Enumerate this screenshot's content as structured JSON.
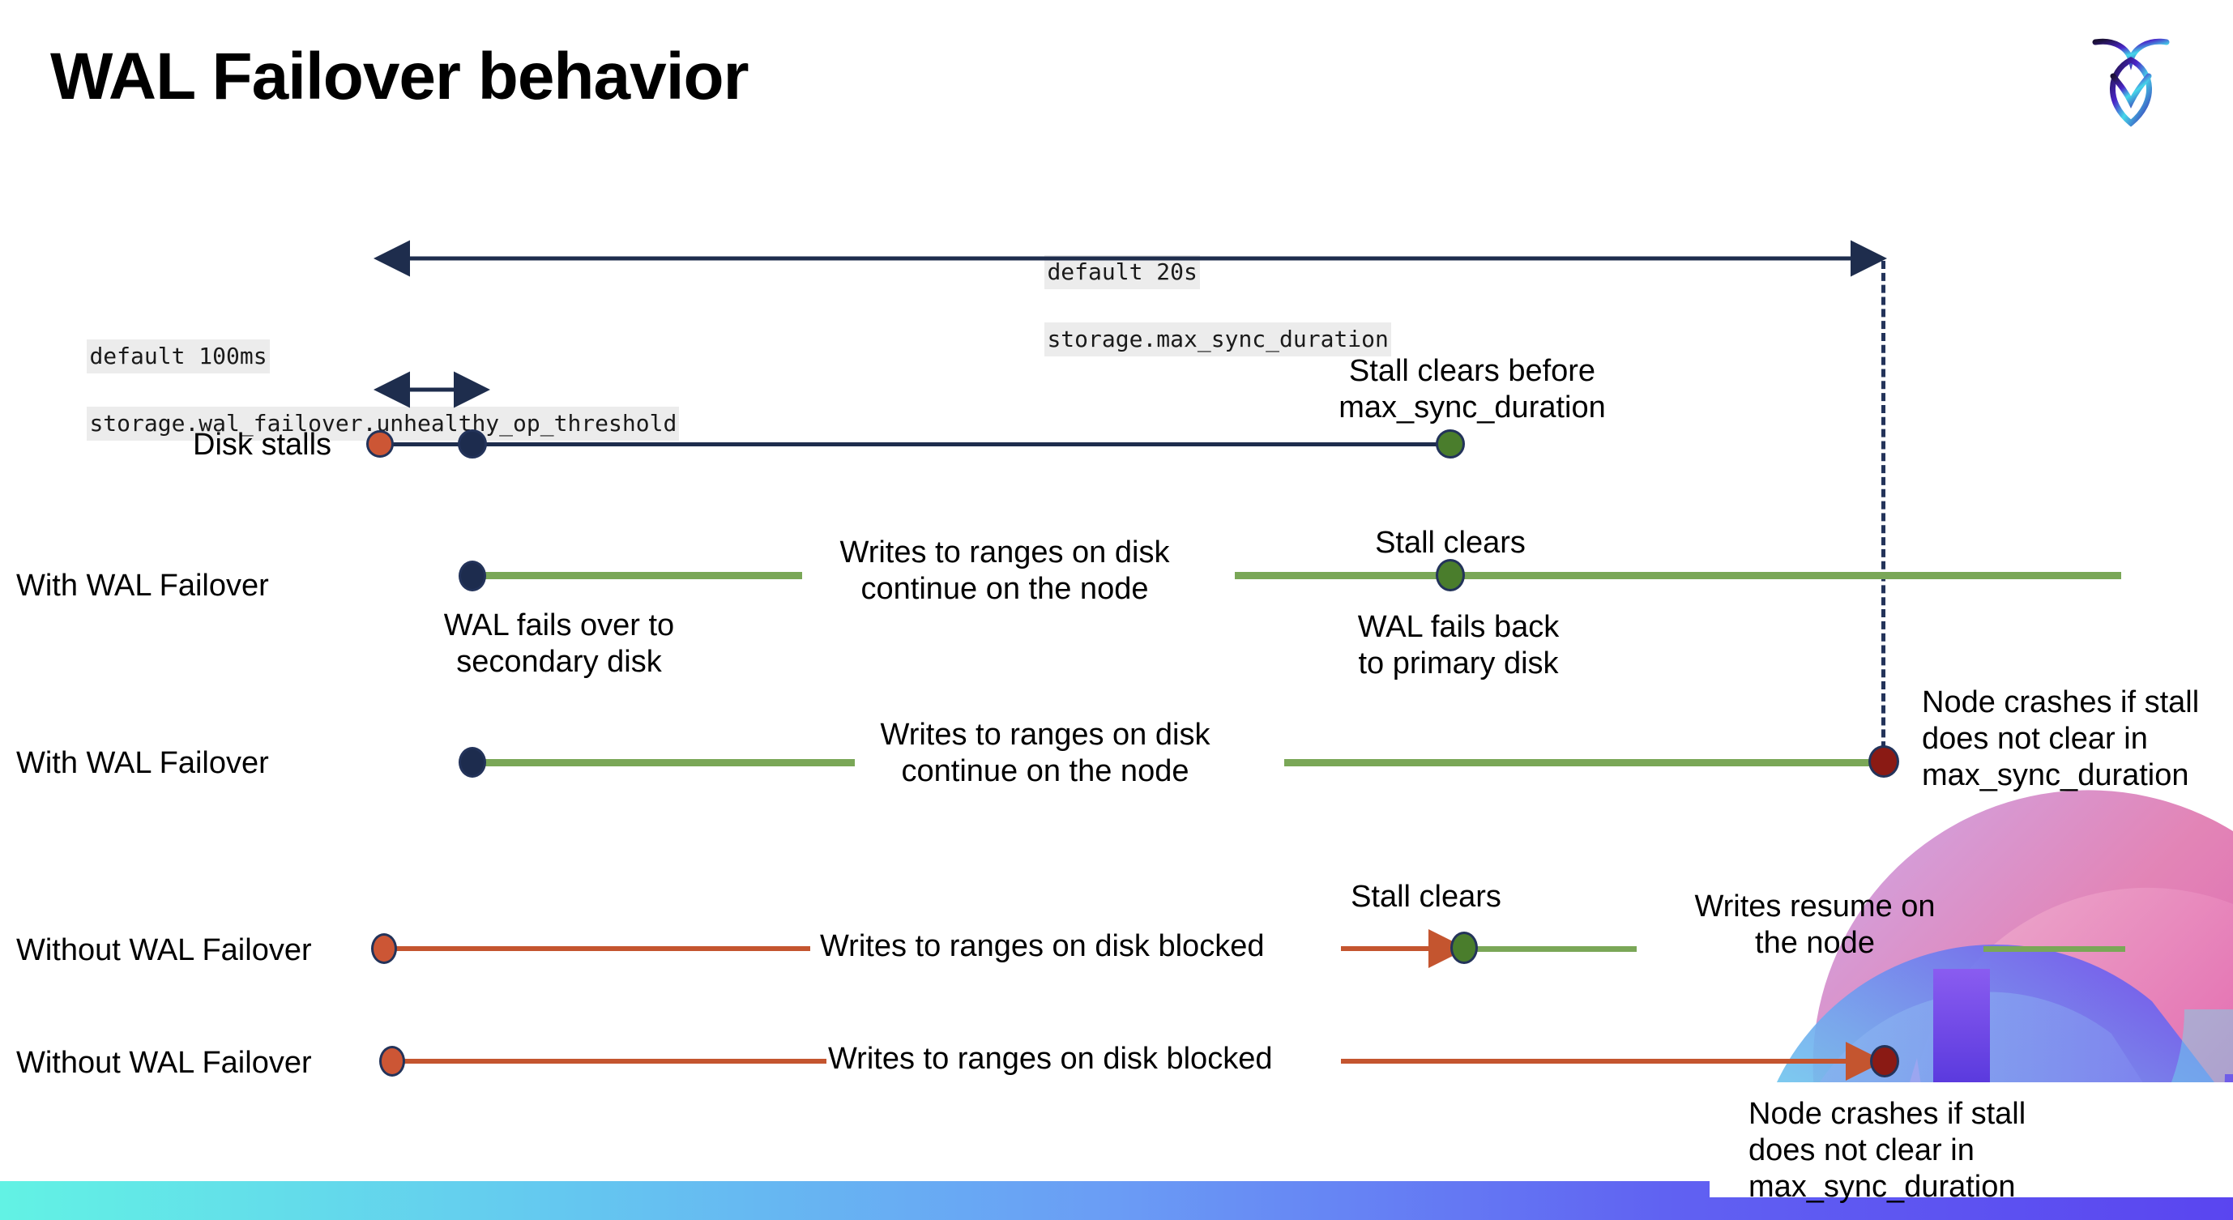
{
  "slide": {
    "title": "WAL Failover behavior",
    "logo_name": "cockroachdb-logo",
    "background_color": "#ffffff"
  },
  "colors": {
    "navy": "#1e2d4d",
    "green_line": "#7aa757",
    "green_dot": "#4a7d2c",
    "orange_line": "#c4552f",
    "orange_dot": "#cc5635",
    "dark_red_dot": "#8a1a14",
    "code_bg": "#ececec",
    "bottom_bar_from": "#62f2e4",
    "bottom_bar_to": "#5a45f0"
  },
  "annotations": {
    "max_sync": {
      "line1": "default 20s",
      "line2": "storage.max_sync_duration"
    },
    "unhealthy_op": {
      "line1": "default 100ms",
      "line2": "storage.wal_failover.unhealthy_op_threshold"
    }
  },
  "rows": [
    {
      "id": "disk-stalls",
      "label": "Disk stalls",
      "note_above": "Stall clears before\nmax_sync_duration"
    },
    {
      "id": "with-wal-failover-1",
      "label": "With WAL Failover",
      "note_start": "WAL fails over to\nsecondary disk",
      "note_middle": "Writes to ranges on disk\ncontinue on the node",
      "note_stall": "Stall clears",
      "note_end": "WAL fails  back\nto primary disk"
    },
    {
      "id": "with-wal-failover-2",
      "label": "With WAL Failover",
      "note_middle": "Writes to ranges on disk\ncontinue on the node",
      "note_crash": "Node crashes if stall\ndoes not clear in\nmax_sync_duration"
    },
    {
      "id": "without-wal-failover-1",
      "label": "Without WAL Failover",
      "note_middle": "Writes to ranges on disk  blocked",
      "note_stall": "Stall clears",
      "note_resume": "Writes resume on\nthe node"
    },
    {
      "id": "without-wal-failover-2",
      "label": "Without WAL Failover",
      "note_middle": "Writes to ranges on disk  blocked",
      "note_crash": "Node crashes if stall\ndoes not clear in\nmax_sync_duration"
    }
  ]
}
